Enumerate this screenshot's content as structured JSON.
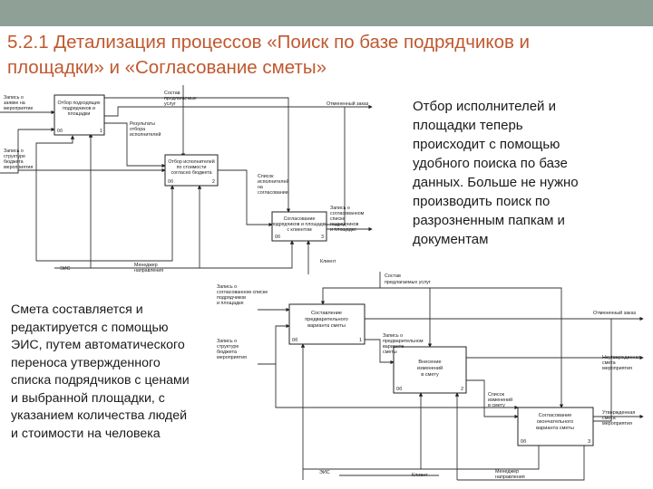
{
  "slide": {
    "title_line1": "5.2.1 Детализация процессов «Поиск  по базе подрядчиков и",
    "title_line2": "площадки» и «Согласование сметы»",
    "para1": [
      "Отбор исполнителей и",
      "площадки теперь",
      "происходит с помощью",
      "удобного поиска по базе",
      "данных. Больше не нужно",
      "производить поиск по",
      "разрозненным папкам и",
      "документам"
    ],
    "para2": [
      "Смета составляется и",
      "редактируется с помощью",
      "ЭИС, путем автоматического",
      "переноса утвержденного",
      "списка подрядчиков с ценами",
      "и выбранной площадки, с",
      "указанием количества людей",
      "и стоимости на человека"
    ]
  },
  "diagram1": {
    "boxes": [
      {
        "lines": [
          "Отбор подходящих",
          "подрядчиков и",
          "площадки"
        ],
        "code": "0б",
        "num": "1"
      },
      {
        "lines": [
          "Отбор исполнителей",
          "по стоимости",
          "согласно бюджета"
        ],
        "code": "0б",
        "num": "2"
      },
      {
        "lines": [
          "Согласование",
          "подрядчиков и площадки",
          "с клиентом"
        ],
        "code": "0б",
        "num": "3"
      }
    ],
    "labels": {
      "in1": [
        "Запись о",
        "заявке на",
        "мероприятие"
      ],
      "in2": [
        "Запись о",
        "структуре",
        "бюджета",
        "мероприятия"
      ],
      "ctrl": [
        "Состав",
        "предлагаемых",
        "услуг"
      ],
      "res": [
        "Результаты",
        "отбора",
        "исполнителей"
      ],
      "list": [
        "Список",
        "исполнителей",
        "на",
        "согласование"
      ],
      "out1": "Отмененный заказ",
      "out2": [
        "Запись о",
        "согласованном",
        "списке",
        "подрядчиков",
        "и площадке"
      ],
      "m1": "ЭИС",
      "m2": [
        "Менеджер",
        "направления"
      ],
      "m3": "Клиент"
    }
  },
  "diagram2": {
    "boxes": [
      {
        "lines": [
          "Составление",
          "предварительного",
          "варианта сметы"
        ],
        "code": "0б",
        "num": "1"
      },
      {
        "lines": [
          "Внесение",
          "изменений",
          "в смету"
        ],
        "code": "0б",
        "num": "2"
      },
      {
        "lines": [
          "Согласование",
          "окончательного",
          "варианта сметы"
        ],
        "code": "0б",
        "num": "3"
      }
    ],
    "labels": {
      "ctrl": [
        "Состав",
        "предлагаемых услуг"
      ],
      "in1": [
        "Запись о",
        "согласованном списке",
        "подрядчиков",
        "и площадке"
      ],
      "in2": [
        "Запись о",
        "структуре",
        "бюджета",
        "мероприятия"
      ],
      "pre": [
        "Запись о",
        "предварительном",
        "варианте",
        "сметы"
      ],
      "list": [
        "Список",
        "изменений",
        "в смету"
      ],
      "out1": "Отмененный заказ",
      "out2": [
        "Неутвержденная",
        "смета",
        "мероприятия"
      ],
      "out3": [
        "Утвержденная",
        "смета",
        "мероприятия"
      ],
      "m1": "ЭИС",
      "m2": "Клиент",
      "m3": [
        "Менеджер",
        "направления"
      ]
    }
  }
}
